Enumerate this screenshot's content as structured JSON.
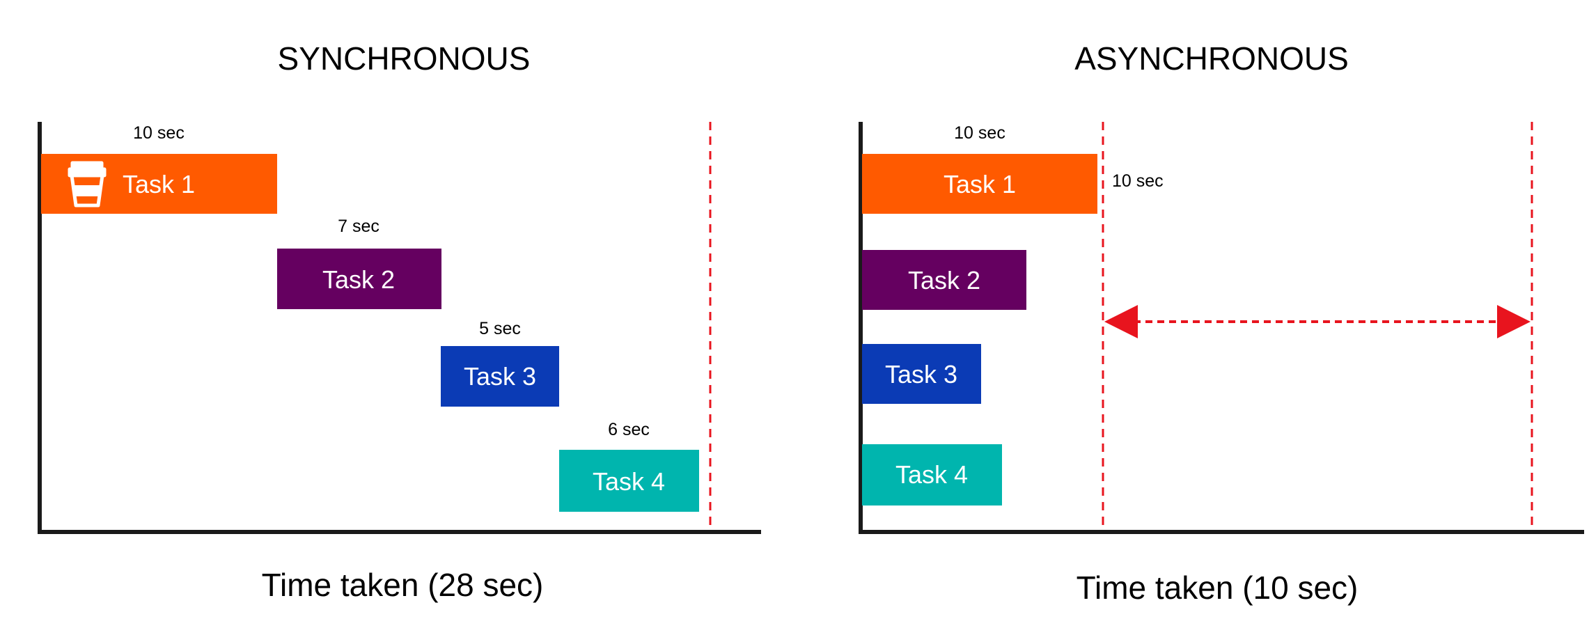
{
  "sync": {
    "title": "SYNCHRONOUS",
    "footer": "Time taken (28 sec)",
    "tasks": [
      {
        "label": "Task 1",
        "duration": "10 sec",
        "color": "#ff5a00",
        "icon": "coffee-cup-icon"
      },
      {
        "label": "Task 2",
        "duration": "7 sec",
        "color": "#650060"
      },
      {
        "label": "Task 3",
        "duration": "5 sec",
        "color": "#0b3bb5"
      },
      {
        "label": "Task 4",
        "duration": "6 sec",
        "color": "#00b5ae"
      }
    ]
  },
  "async": {
    "title": "ASYNCHRONOUS",
    "footer": "Time taken (10 sec)",
    "total_marker": "10 sec",
    "tasks": [
      {
        "label": "Task 1",
        "duration": "10 sec",
        "color": "#ff5a00"
      },
      {
        "label": "Task 2",
        "color": "#650060"
      },
      {
        "label": "Task 3",
        "color": "#0b3bb5"
      },
      {
        "label": "Task 4",
        "color": "#00b5ae"
      }
    ]
  },
  "colors": {
    "axis": "#1a1a1a",
    "dashed_marker": "#e8141e"
  }
}
